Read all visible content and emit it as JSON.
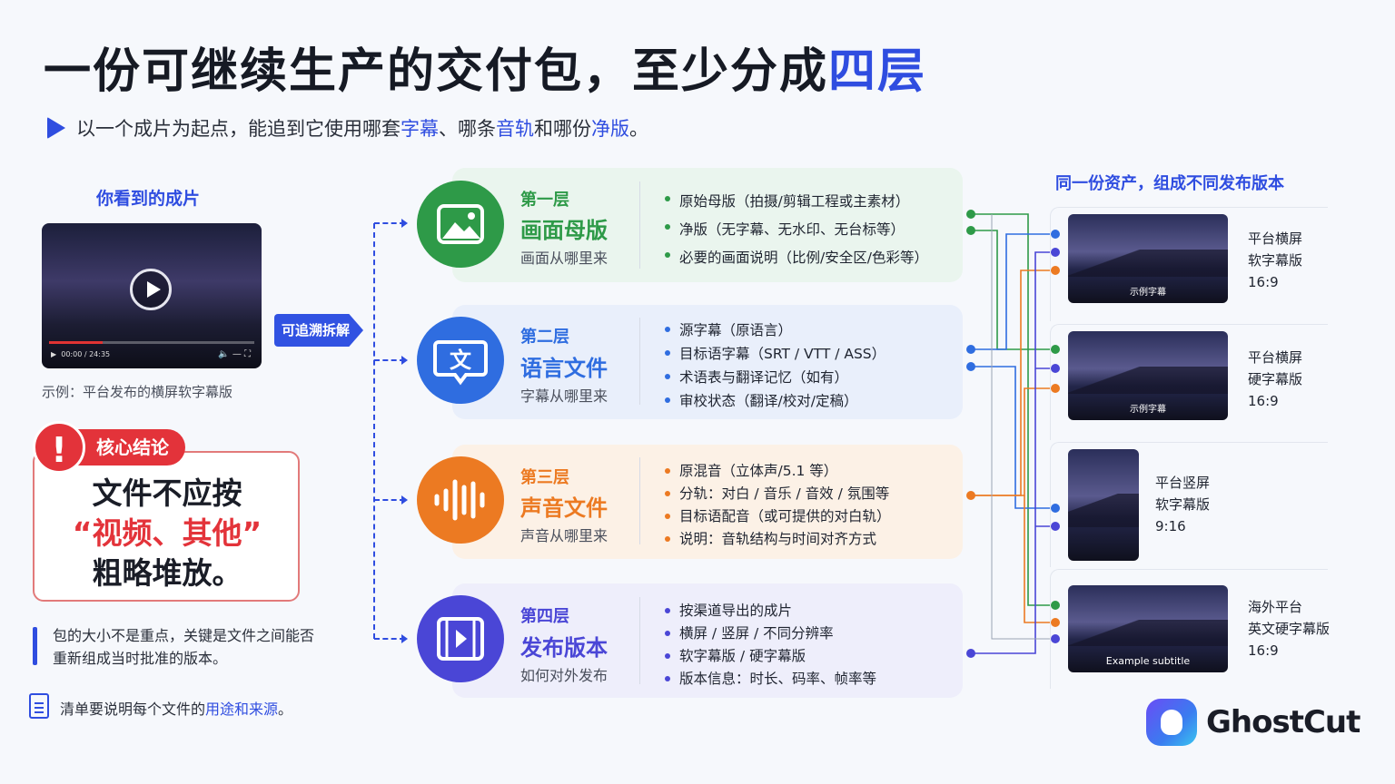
{
  "title": {
    "main": "一份可继续生产的交付包，至少分成",
    "highlight": "四层"
  },
  "subtitle": {
    "p1": "以一个成片为起点，能追到它使用哪套",
    "b1": "字幕",
    "p2": "、哪条",
    "b2": "音轨",
    "p3": "和哪份",
    "b3": "净版",
    "p4": "。"
  },
  "left": {
    "heading": "你看到的成片",
    "video_time": "00:00 / 24:35",
    "caption": "示例：平台发布的横屏软字幕版",
    "conclusion_tag": "核心结论",
    "conclusion_line1": "文件不应按",
    "conclusion_line2": "“视频、其他”",
    "conclusion_line3": "粗略堆放。",
    "note1": "包的大小不是重点，关键是文件之间能否重新组成当时批准的版本。",
    "note2_prefix": "清单要说明每个文件的",
    "note2_bold": "用途和来源",
    "note2_suffix": "。"
  },
  "trace_label": "可追溯拆解",
  "layers": [
    {
      "no": "第一层",
      "name": "画面母版",
      "sub": "画面从哪里来",
      "icon": "image-icon",
      "color": "#2e9a48",
      "bg": "#eaf5ee",
      "bullets": [
        "原始母版（拍摄/剪辑工程或主素材）",
        "净版（无字幕、无水印、无台标等）",
        "必要的画面说明（比例/安全区/色彩等）"
      ]
    },
    {
      "no": "第二层",
      "name": "语言文件",
      "sub": "字幕从哪里来",
      "icon": "translate-icon",
      "color": "#2f6de0",
      "bg": "#e9effb",
      "bullets": [
        "源字幕（原语言）",
        "目标语字幕（SRT / VTT / ASS）",
        "术语表与翻译记忆（如有）",
        "审校状态（翻译/校对/定稿）"
      ]
    },
    {
      "no": "第三层",
      "name": "声音文件",
      "sub": "声音从哪里来",
      "icon": "audio-wave-icon",
      "color": "#ec7a22",
      "bg": "#fcf1e6",
      "bullets": [
        "原混音（立体声/5.1 等）",
        "分轨：对白 / 音乐 / 音效 / 氛围等",
        "目标语配音（或可提供的对白轨）",
        "说明：音轨结构与时间对齐方式"
      ]
    },
    {
      "no": "第四层",
      "name": "发布版本",
      "sub": "如何对外发布",
      "icon": "film-icon",
      "color": "#4a46d6",
      "bg": "#eeeefb",
      "bullets": [
        "按渠道导出的成片",
        "横屏 / 竖屏 / 不同分辨率",
        "软字幕版 / 硬字幕版",
        "版本信息：时长、码率、帧率等"
      ]
    }
  ],
  "right": {
    "heading": "同一份资产，组成不同发布版本",
    "versions": [
      {
        "thumb_caption": "示例字幕",
        "lines": [
          "平台横屏",
          "软字幕版",
          "16:9"
        ]
      },
      {
        "thumb_caption": "示例字幕",
        "lines": [
          "平台横屏",
          "硬字幕版",
          "16:9"
        ]
      },
      {
        "thumb_caption": "",
        "lines": [
          "平台竖屏",
          "软字幕版",
          "9:16"
        ]
      },
      {
        "thumb_caption": "Example subtitle",
        "lines": [
          "海外平台",
          "英文硬字幕版",
          "16:9"
        ]
      }
    ]
  },
  "brand": {
    "name": "GhostCut"
  },
  "colors": {
    "accent": "#2f4de0",
    "green": "#2e9a48",
    "blue": "#2f6de0",
    "orange": "#ec7a22",
    "purple": "#4a46d6",
    "red": "#e3333a"
  }
}
